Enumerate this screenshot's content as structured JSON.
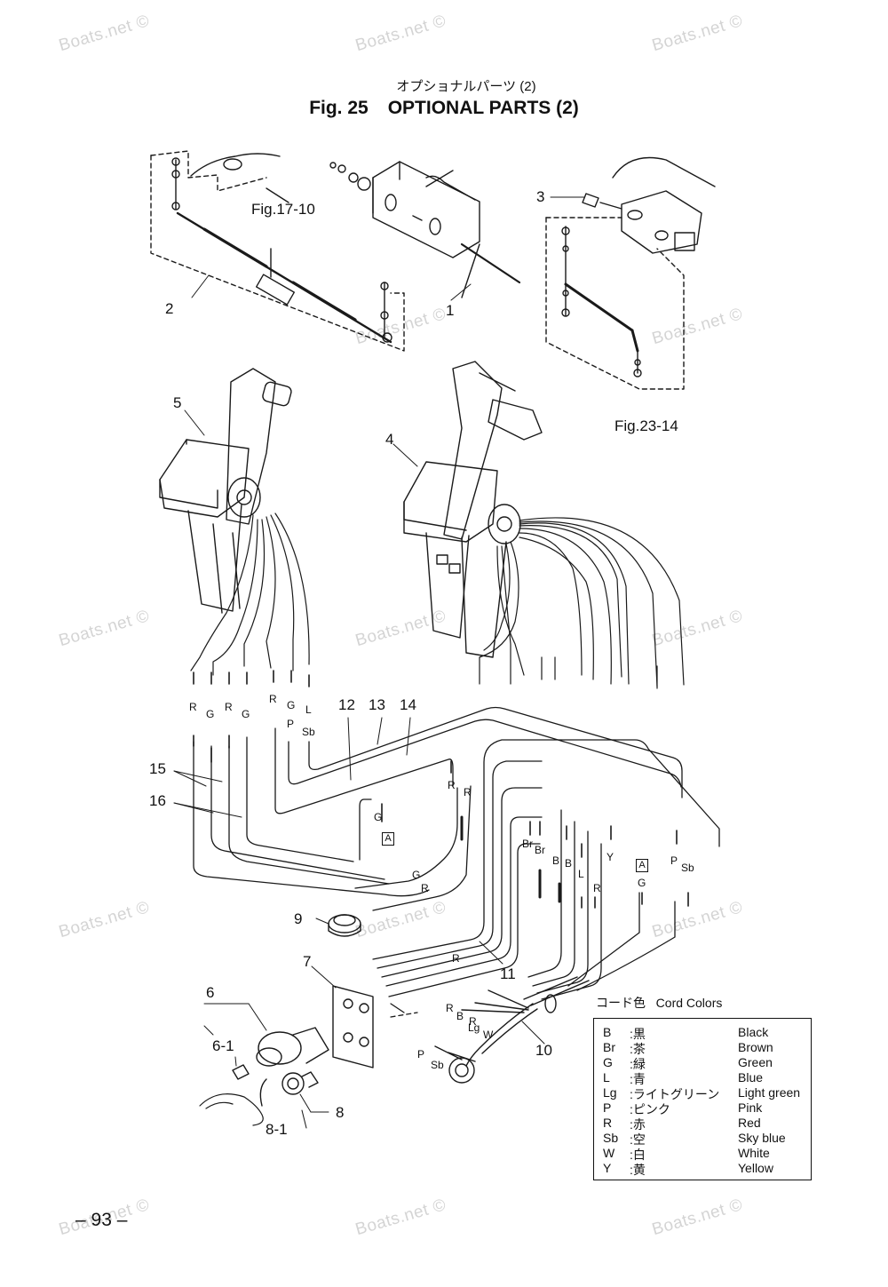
{
  "page": {
    "subtitle_jp": "オプショナルパーツ (2)",
    "title_fig": "Fig. 25",
    "title_name": "OPTIONAL PARTS (2)",
    "page_number": "– 93 –"
  },
  "watermark": "Boats.net ©",
  "callouts": {
    "c1": "1",
    "c2": "2",
    "c3": "3",
    "c4": "4",
    "c5": "5",
    "c6": "6",
    "c6_1": "6-1",
    "c7": "7",
    "c8": "8",
    "c8_1": "8-1",
    "c9": "9",
    "c10": "10",
    "c11": "11",
    "c12": "12",
    "c13": "13",
    "c14": "14",
    "c15": "15",
    "c16": "16"
  },
  "references": {
    "fig17": "Fig.17-10",
    "fig23": "Fig.23-14"
  },
  "wire_labels": {
    "R": "R",
    "G": "G",
    "L": "L",
    "Sb": "Sb",
    "P": "P",
    "Br": "Br",
    "B": "B",
    "Y": "Y",
    "W": "W",
    "Lg": "Lg",
    "A": "A"
  },
  "cord_colors": {
    "title_jp": "コード色",
    "title_en": "Cord Colors",
    "rows": [
      {
        "code": "B",
        "jp": ":黒",
        "en": "Black"
      },
      {
        "code": "Br",
        "jp": ":茶",
        "en": "Brown"
      },
      {
        "code": "G",
        "jp": ":緑",
        "en": "Green"
      },
      {
        "code": "L",
        "jp": ":青",
        "en": "Blue"
      },
      {
        "code": "Lg",
        "jp": ":ライトグリーン",
        "en": "Light green"
      },
      {
        "code": "P",
        "jp": ":ピンク",
        "en": "Pink"
      },
      {
        "code": "R",
        "jp": ":赤",
        "en": "Red"
      },
      {
        "code": "Sb",
        "jp": ":空",
        "en": "Sky blue"
      },
      {
        "code": "W",
        "jp": ":白",
        "en": "White"
      },
      {
        "code": "Y",
        "jp": ":黄",
        "en": "Yellow"
      }
    ]
  },
  "colors": {
    "line": "#1a1a1a",
    "watermark": "#d4d4d4",
    "background": "#ffffff"
  }
}
